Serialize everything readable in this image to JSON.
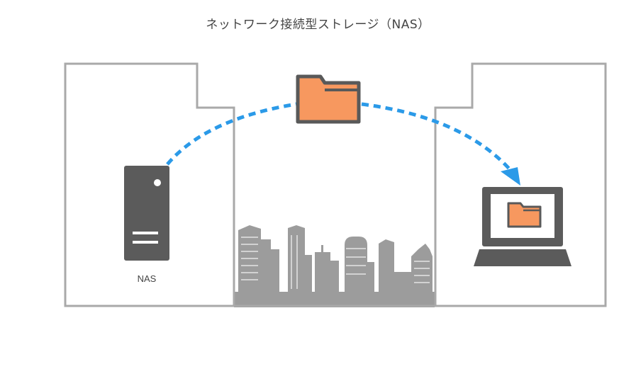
{
  "title": "ネットワーク接続型ストレージ（NAS）",
  "nas_label": "NAS",
  "icons": {
    "server": "server-icon",
    "folder": "folder-icon",
    "laptop": "laptop-icon",
    "city": "city-skyline"
  },
  "colors": {
    "outline": "#a9a9a9",
    "device": "#5b5b5b",
    "folder_fill": "#f7985f",
    "folder_stroke": "#595959",
    "arrow": "#2b9ae8",
    "skyline": "#9c9c9c"
  }
}
